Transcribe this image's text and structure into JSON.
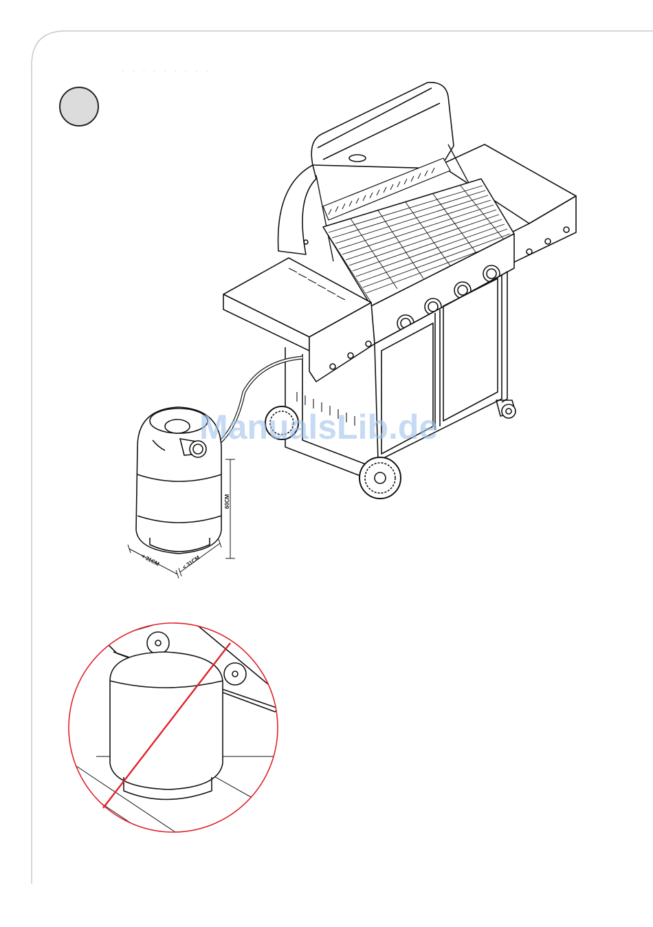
{
  "header": {
    "faint_caption": ". . . . . . . . ."
  },
  "dimensions": {
    "height_label": "60CM",
    "left_label": "< 31CM",
    "right_label": "< 31CM"
  },
  "watermark": "ManualsLib.de",
  "colors": {
    "line": "#111111",
    "prohibited": "#e0202a",
    "badge": "#dcdcdc",
    "frame": "#c8c8c8",
    "watermark": "#9fc2ec"
  },
  "icons": {
    "step": "step-number-badge",
    "prohibited": "prohibited-slash-icon"
  }
}
